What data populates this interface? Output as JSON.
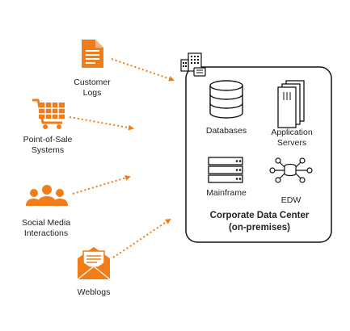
{
  "sources": {
    "customer_logs": "Customer\nLogs",
    "pos_systems": "Point-of-Sale\nSystems",
    "social_media": "Social Media\nInteractions",
    "weblogs": "Weblogs"
  },
  "datacenter": {
    "title": "Corporate Data Center\n(on-premises)",
    "databases": "Databases",
    "app_servers": "Application\nServers",
    "mainframe": "Mainframe",
    "edw": "EDW"
  },
  "colors": {
    "accent": "#F07D19",
    "stroke": "#111111"
  }
}
